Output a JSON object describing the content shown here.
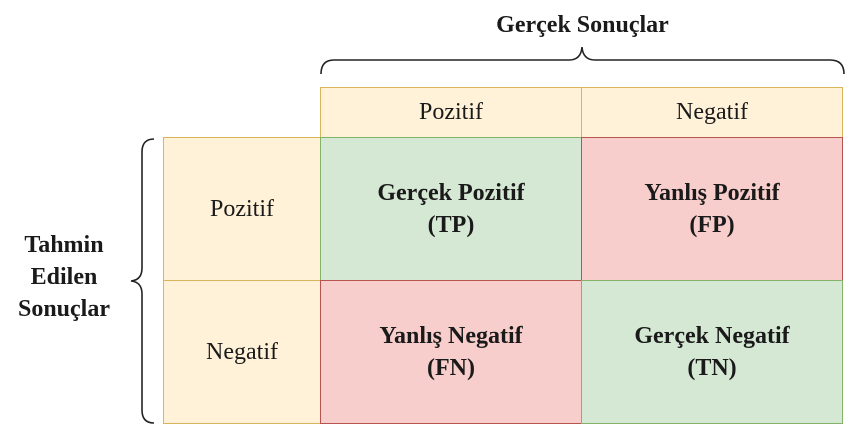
{
  "actual_title": "Gerçek Sonuçlar",
  "predicted_title_lines": [
    "Tahmin",
    "Edilen",
    "Sonuçlar"
  ],
  "columns": [
    "Pozitif",
    "Negatif"
  ],
  "rows": [
    "Pozitif",
    "Negatif"
  ],
  "cells": {
    "tp": {
      "name": "Gerçek Pozitif",
      "abbr": "(TP)"
    },
    "fp": {
      "name": "Yanlış Pozitif",
      "abbr": "(FP)"
    },
    "fn": {
      "name": "Yanlış Negatif",
      "abbr": "(FN)"
    },
    "tn": {
      "name": "Gerçek Negatif",
      "abbr": "(TN)"
    }
  },
  "colors": {
    "header_fill": "#fff2d9",
    "correct_fill": "#d5e8d4",
    "error_fill": "#f8cecc"
  }
}
